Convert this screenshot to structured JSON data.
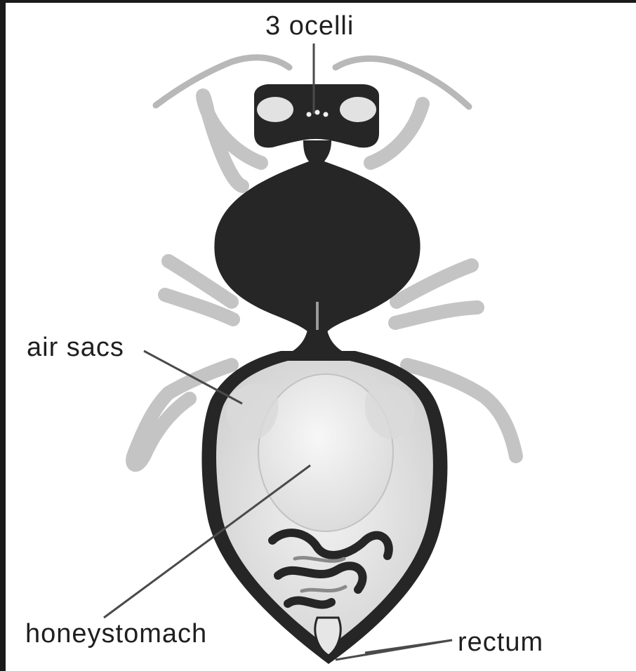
{
  "diagram": {
    "labels": {
      "ocelli": "3 ocelli",
      "air_sacs": "air sacs",
      "honeystomach": "honeystomach",
      "rectum": "rectum"
    },
    "colors": {
      "background": "#ffffff",
      "frame": "#1a1a1a",
      "body_fill": "#262626",
      "organ_fill": "#ececec",
      "leader_line": "#4a4a4a"
    }
  }
}
